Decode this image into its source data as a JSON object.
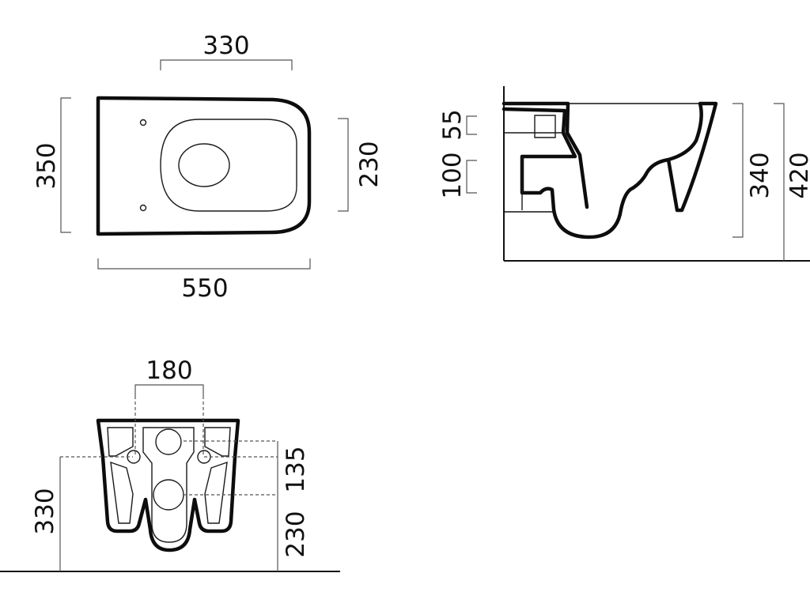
{
  "top_view": {
    "width_bracket": "330",
    "depth": "350",
    "bowl_width": "230",
    "length": "550"
  },
  "side_view": {
    "dim_top": "55",
    "dim_mid": "100",
    "rim_height": "340",
    "total_height": "420"
  },
  "front_view": {
    "bolt_spacing": "180",
    "height": "330",
    "upper_offset": "135",
    "lower_offset": "230"
  }
}
